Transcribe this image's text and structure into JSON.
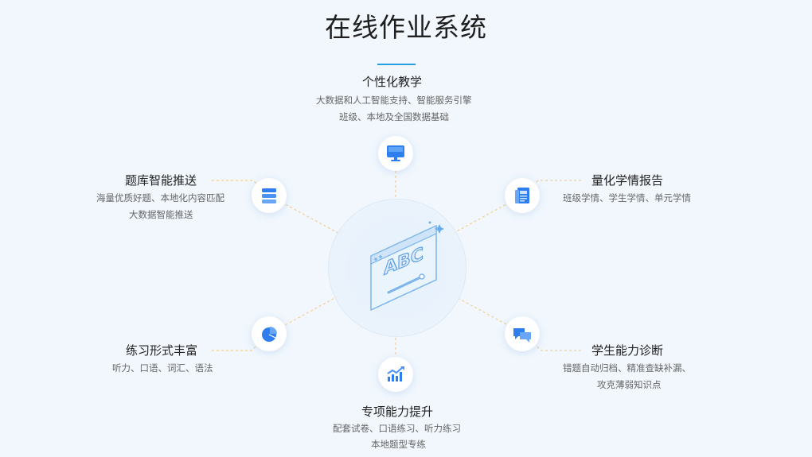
{
  "page": {
    "title": "在线作业系统"
  },
  "features": {
    "personalized": {
      "title": "个性化教学",
      "desc": [
        "大数据和人工智能支持、智能服务引擎",
        "班级、本地及全国数据基础"
      ],
      "icon": "monitor-icon"
    },
    "question_bank": {
      "title": "题库智能推送",
      "desc": [
        "海量优质好题、本地化内容匹配",
        "大数据智能推送"
      ],
      "icon": "database-icon"
    },
    "report": {
      "title": "量化学情报告",
      "desc": [
        "班级学情、学生学情、单元学情"
      ],
      "icon": "report-icon"
    },
    "practice": {
      "title": "练习形式丰富",
      "desc": [
        "听力、口语、词汇、语法"
      ],
      "icon": "pie-chart-icon"
    },
    "diagnosis": {
      "title": "学生能力诊断",
      "desc": [
        "错题自动归档、精准查缺补漏、",
        "攻克薄弱知识点"
      ],
      "icon": "chat-bubbles-icon"
    },
    "special": {
      "title": "专项能力提升",
      "desc": [
        "配套试卷、口语练习、听力练习",
        "本地题型专练"
      ],
      "icon": "growth-chart-icon"
    }
  },
  "center": {
    "illustration_text": "ABC",
    "icon": "abc-window-illustration"
  },
  "colors": {
    "background": "#f1f7fd",
    "accent": "#26a0e0",
    "icon_blue": "#2e7ef0",
    "connector": "#f2cf8e"
  }
}
